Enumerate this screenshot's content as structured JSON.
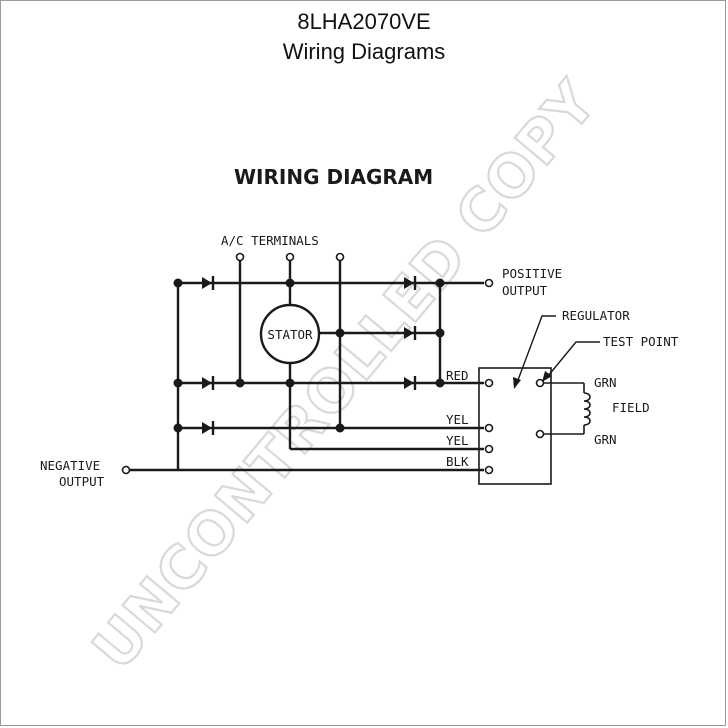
{
  "header": {
    "part_number": "8LHA2070VE",
    "document_title": "Wiring Diagrams"
  },
  "diagram": {
    "title": "WIRING  DIAGRAM",
    "labels": {
      "ac_terminals": "A/C TERMINALS",
      "positive_output_1": "POSITIVE",
      "positive_output_2": "OUTPUT",
      "stator": "STATOR",
      "regulator": "REGULATOR",
      "test_point": "TEST POINT",
      "red": "RED",
      "yel_1": "YEL",
      "yel_2": "YEL",
      "blk": "BLK",
      "grn_1": "GRN",
      "grn_2": "GRN",
      "field": "FIELD",
      "negative_output_1": "NEGATIVE",
      "negative_output_2": "OUTPUT"
    }
  },
  "watermark": "UNCONTROLLED COPY"
}
